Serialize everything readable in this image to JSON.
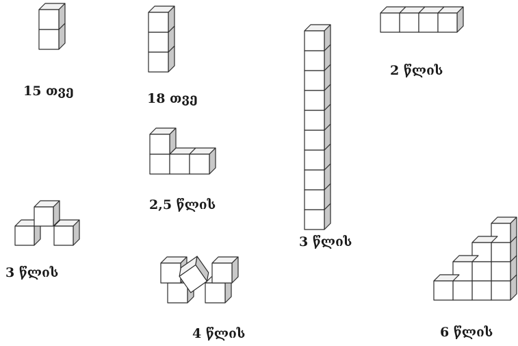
{
  "figures": [
    {
      "id": "two-cube-tower",
      "label": "15  თვე"
    },
    {
      "id": "three-cube-tower",
      "label": "18  თვე"
    },
    {
      "id": "l-shape",
      "label": "2,5  წლის"
    },
    {
      "id": "tall-tower",
      "label": "3  წლის"
    },
    {
      "id": "horizontal-train",
      "label": "2  წლის"
    },
    {
      "id": "bridge",
      "label": "3  წლის"
    },
    {
      "id": "tilted-bridge",
      "label": "4  წლის"
    },
    {
      "id": "staircase",
      "label": "6  წლის"
    }
  ],
  "colors": {
    "front": "#ffffff",
    "top": "#f2f2f2",
    "side": "#c8c8c8",
    "stroke": "#2b2b2b"
  }
}
